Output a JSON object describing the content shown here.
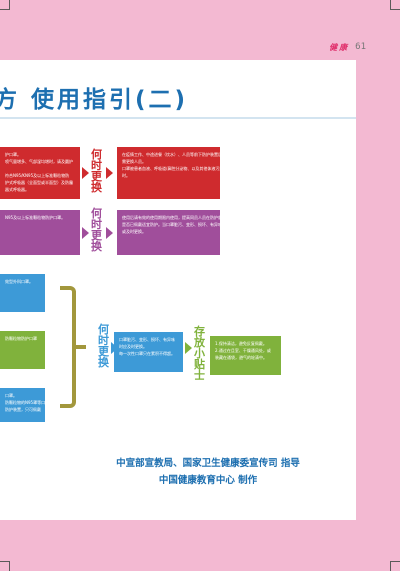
{
  "header": {
    "magazine": "健康",
    "page_number": "61"
  },
  "title": "方 使用指引(二)",
  "row1": {
    "left_box": [
      "护口罩。",
      "喷气量增多、气部湿均增时，请及圆护",
      "",
      "符合N95/KN95及以上标准颗粒物防",
      "护式呼吸器（全面型或半面型）及防霾",
      "器式呼吸器。"
    ],
    "when": [
      "何",
      "时",
      "更",
      "换"
    ],
    "right_box": [
      "在疫情工作、中途进餐（饮水）、人员等前下防护装置后，",
      "需更换人员。",
      "口罩被患者血液、呼吸道/鼻腔分泌物、以及其他体液污染",
      "时。"
    ]
  },
  "row2": {
    "left_box": [
      "N95及以上标准颗粒物防护口罩。"
    ],
    "when": [
      "何",
      "时",
      "更",
      "换"
    ],
    "right_box": [
      "使用后请有效的使用期限内使用，提高同员人员在防护就",
      "是否已佩戴适宜防护。当口罩脏污、变形、损坏、有异味",
      "或及时更换。"
    ]
  },
  "row3": {
    "left_boxes": [
      [
        "效型外科口罩。"
      ],
      [
        "防颗粒物防护口罩"
      ],
      [
        "口罩。",
        "防颗粒物的N95罩等口罩",
        "防护装置，只可佩戴"
      ]
    ],
    "when": [
      "何",
      "时",
      "更",
      "换"
    ],
    "middle_box": [
      "口罩脏污、变形、损坏、有异味",
      "时应及时更换。",
      "每一次性口罩只在累积不得超。"
    ],
    "tips_title": [
      "存",
      "放",
      "小",
      "贴",
      "士"
    ],
    "tips_box": [
      "1.保持清洁，避免反复佩戴。",
      "2.通过在且室、干燥通风处，或",
      "装藏在通袋，避气的轮清中。"
    ]
  },
  "credits": {
    "line1": "中宣部宣教局、国家卫生健康委宣传司   指导",
    "line2": "中国健康教育中心   制作"
  },
  "colors": {
    "background": "#f3b9d2",
    "title": "#1d6fb0",
    "red": "#cf2b2e",
    "purple": "#a04e9b",
    "blue": "#3d9ad7",
    "green": "#80b23c",
    "brace": "#a2973c"
  }
}
